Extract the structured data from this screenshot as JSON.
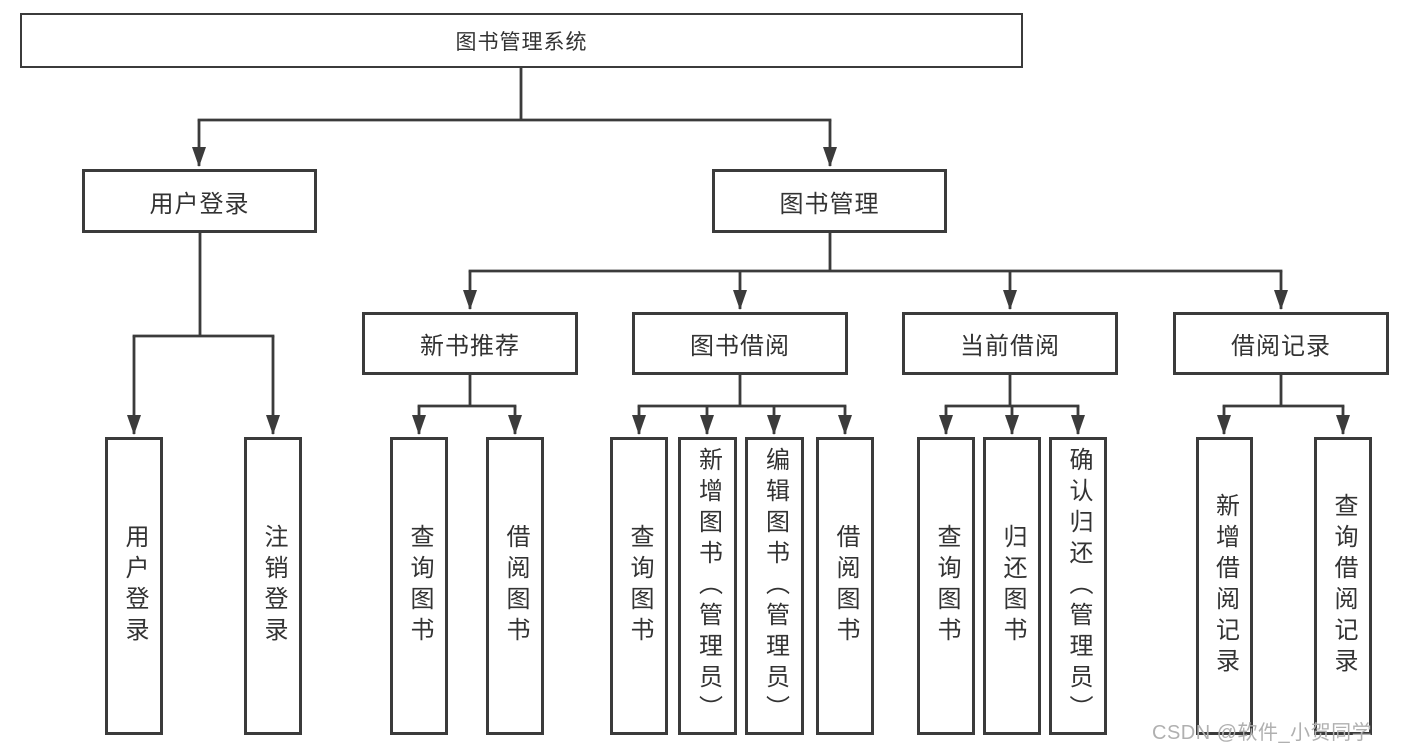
{
  "diagram": {
    "type": "hierarchy-tree",
    "root": {
      "label": "图书管理系统",
      "children": [
        {
          "label": "用户登录",
          "children": [
            {
              "label": "用户登录"
            },
            {
              "label": "注销登录"
            }
          ]
        },
        {
          "label": "图书管理",
          "children": [
            {
              "label": "新书推荐",
              "children": [
                {
                  "label": "查询图书"
                },
                {
                  "label": "借阅图书"
                }
              ]
            },
            {
              "label": "图书借阅",
              "children": [
                {
                  "label": "查询图书"
                },
                {
                  "label": "新增图书（管理员）"
                },
                {
                  "label": "编辑图书（管理员）"
                },
                {
                  "label": "借阅图书"
                }
              ]
            },
            {
              "label": "当前借阅",
              "children": [
                {
                  "label": "查询图书"
                },
                {
                  "label": "归还图书"
                },
                {
                  "label": "确认归还（管理员）"
                }
              ]
            },
            {
              "label": "借阅记录",
              "children": [
                {
                  "label": "新增借阅记录"
                },
                {
                  "label": "查询借阅记录"
                }
              ]
            }
          ]
        }
      ]
    }
  },
  "watermark": {
    "text": "CSDN @软件_小贺同学"
  },
  "style": {
    "line_color": "#3b3b3b",
    "border_color": "#3b3b3b",
    "text_color": "#333333",
    "background": "#ffffff",
    "watermark_color": "#b0b0b0"
  }
}
